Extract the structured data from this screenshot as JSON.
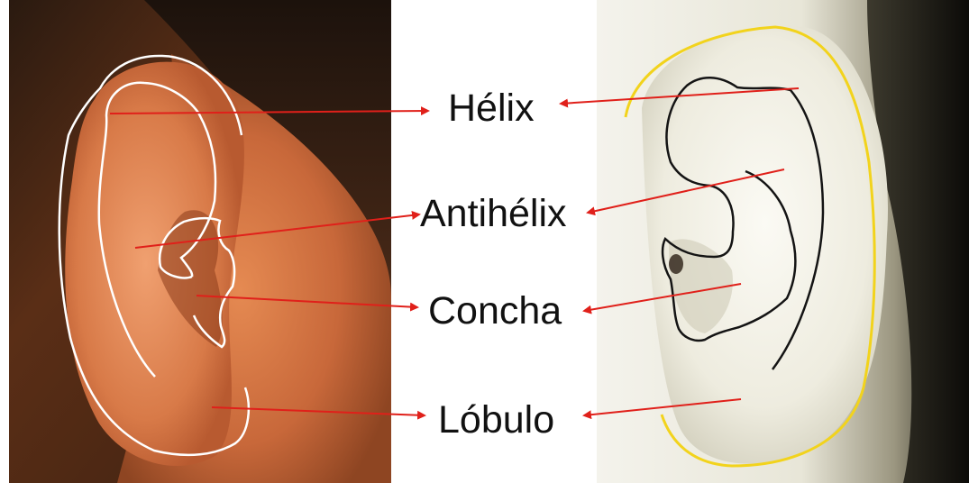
{
  "labels": {
    "helix": "Hélix",
    "antihelix": "Antihélix",
    "concha": "Concha",
    "lobulo": "Lóbulo"
  },
  "colors": {
    "arrow": "#e0201a",
    "left_outline": "#ffffff",
    "right_outer_outline": "#f2d31c",
    "right_inner_outline": "#141414",
    "label_text": "#111111"
  }
}
